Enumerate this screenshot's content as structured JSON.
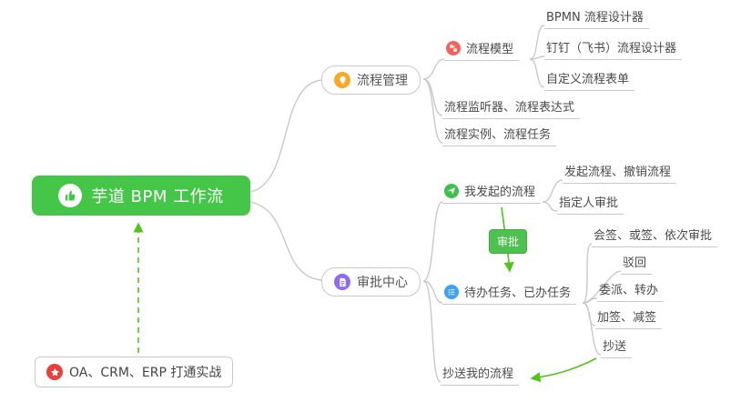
{
  "colors": {
    "root_bg": "#45c648",
    "badge_bg": "#4fc14f",
    "arrow_green": "#52c41a",
    "line_gray": "#c9c9c9",
    "icon_orange": "#f7a927",
    "icon_red": "#f2625c",
    "icon_green": "#3fbf4d",
    "icon_blue": "#3da2f5",
    "icon_purple": "#8f6bf2",
    "icon_star_red": "#e8413c"
  },
  "root": {
    "label": "芋道 BPM 工作流",
    "icon": "thumbs-up-icon"
  },
  "branches": {
    "process_mgmt": {
      "label": "流程管理",
      "icon": "lightbulb-icon"
    },
    "approval_center": {
      "label": "审批中心",
      "icon": "document-icon"
    }
  },
  "process": {
    "model": {
      "label": "流程模型",
      "icon": "flow-model-icon"
    },
    "model_children": {
      "bpmn": {
        "label": "BPMN 流程设计器"
      },
      "dingtalk": {
        "label": "钉钉（飞书）流程设计器"
      },
      "custom_form": {
        "label": "自定义流程表单"
      }
    },
    "listener": {
      "label": "流程监听器、流程表达式"
    },
    "instance": {
      "label": "流程实例、流程任务"
    }
  },
  "approval": {
    "my_initiated": {
      "label": "我发起的流程",
      "icon": "send-icon"
    },
    "initiate": {
      "label": "发起流程、撤销流程"
    },
    "assignee": {
      "label": "指定人审批"
    },
    "badge": {
      "label": "审批"
    },
    "todo_done": {
      "label": "待办任务、已办任务",
      "icon": "checklist-icon"
    },
    "countersign": {
      "label": "会签、或签、依次审批"
    },
    "reject": {
      "label": "驳回"
    },
    "delegate": {
      "label": "委派、转办"
    },
    "addsign": {
      "label": "加签、减签"
    },
    "cc": {
      "label": "抄送"
    },
    "cc_my": {
      "label": "抄送我的流程"
    }
  },
  "practice": {
    "label": "OA、CRM、ERP 打通实战",
    "icon": "star-icon"
  }
}
